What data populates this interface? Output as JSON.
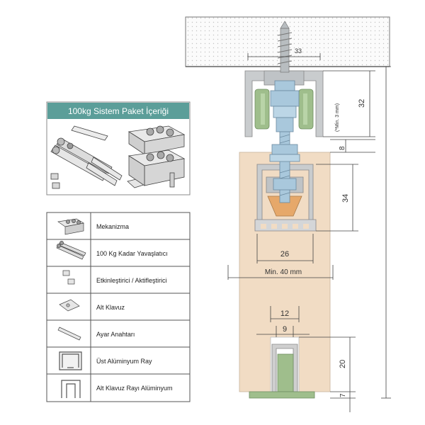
{
  "package_title": "100kg Sistem Paket İçeriği",
  "contents": [
    {
      "icon": "mechanism-icon",
      "label": "Mekanizma"
    },
    {
      "icon": "damper-icon",
      "label": "100 Kg Kadar Yavaşlatıcı"
    },
    {
      "icon": "activator-icon",
      "label": "Etkinleştirici / Aktifleştirici"
    },
    {
      "icon": "bottom-guide-icon",
      "label": "Alt Klavuz"
    },
    {
      "icon": "adjust-wrench-icon",
      "label": "Ayar Anahtarı"
    },
    {
      "icon": "top-rail-icon",
      "label": "Üst Alüminyum Ray"
    },
    {
      "icon": "bottom-rail-icon",
      "label": "Alt Klavuz Rayı Alüminyum"
    }
  ],
  "dimensions": {
    "screw_width": "33",
    "min_gap": "(*Min. 3 mm)",
    "rail_height": "32",
    "gap": "8",
    "bracket_height": "34",
    "bracket_width": "26",
    "door_thickness": "Min. 40 mm",
    "groove_width": "12",
    "guide_width": "9",
    "groove_depth": "20",
    "floor_gap": "7"
  },
  "colors": {
    "wood": "#f1dcc4",
    "aluminum": "#c9ccce",
    "wheel": "#9fbe8c",
    "steel": "#a9c8dc",
    "frame": "#3f9b94"
  }
}
